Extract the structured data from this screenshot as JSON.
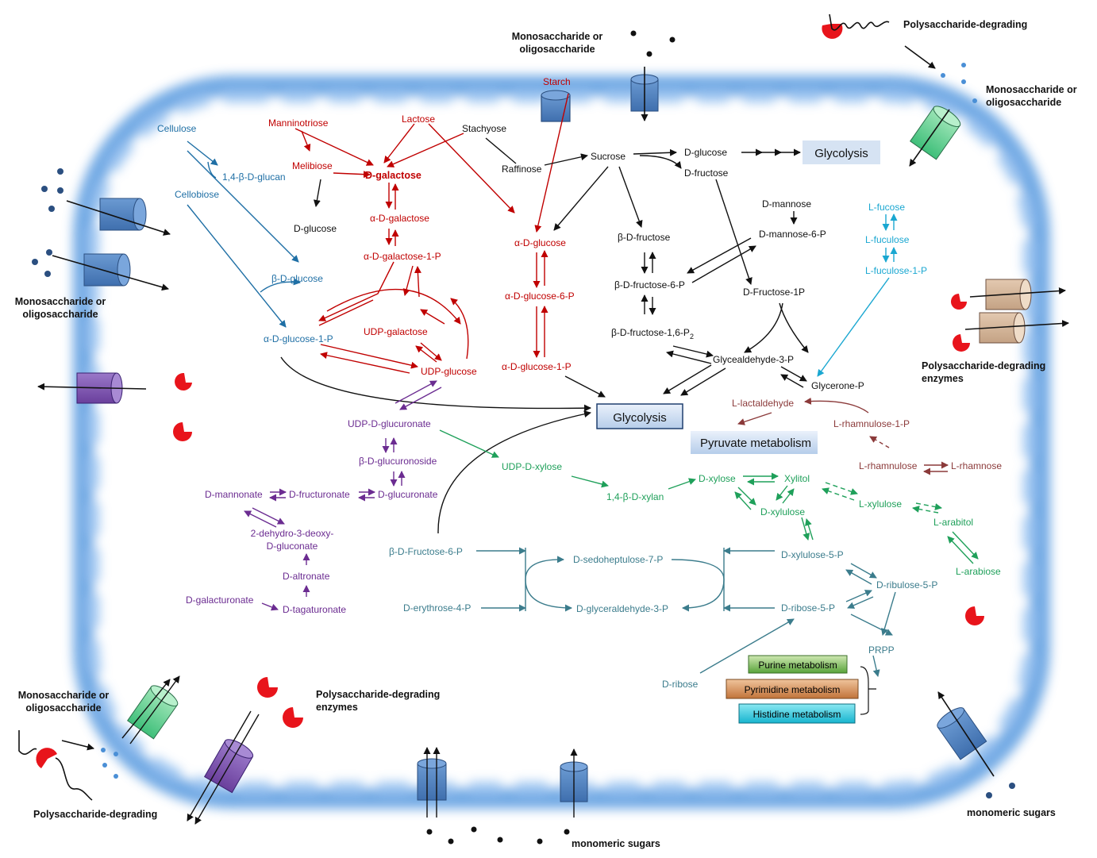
{
  "colors": {
    "red": "#c00000",
    "blue": "#1f6fa5",
    "black": "#111111",
    "purple": "#6b2c91",
    "green": "#1fa05a",
    "teal": "#3b7c8c",
    "cyan": "#1aa7d1",
    "brown": "#8b3a3a",
    "membrane": "#4a8fd6",
    "enzyme": "#e8141b"
  },
  "external": {
    "mono_top": "Monosaccharide or\noligosaccharide",
    "mono_topright": "Monosaccharide or\noligosaccharide",
    "mono_left": "Monosaccharide or\noligosaccharide",
    "mono_bottomleft": "Monosaccharide or\noligosaccharide",
    "psd_topright": "Polysaccharide-degrading",
    "psd_right": "Polysaccharide-degrading\nenzymes",
    "psd_bottommid": "Polysaccharide-degrading\nenzymes",
    "psd_bottomleft": "Polysaccharide-degrading",
    "mono_sugars_bottom": "monomeric sugars",
    "mono_sugars_right": "monomeric sugars"
  },
  "metabolites": {
    "cellulose": "Cellulose",
    "glucan": "1,4-β-D-glucan",
    "cellobiose": "Cellobiose",
    "bdglucose": "β-D-glucose",
    "adg1p_blue": "α-D-glucose-1-P",
    "manninotriose": "Manninotriose",
    "melibiose": "Melibiose",
    "dglucose_left": "D-glucose",
    "lactose": "Lactose",
    "dgalactose": "D-galactose",
    "adgalactose": "α-D-galactose",
    "adgal1p": "α-D-galactose-1-P",
    "udpgal": "UDP-galactose",
    "udpglc": "UDP-glucose",
    "stachyose": "Stachyose",
    "raffinose": "Raffinose",
    "starch": "Starch",
    "adglucose": "α-D-glucose",
    "adg6p": "α-D-glucose-6-P",
    "adg1p_red": "α-D-glucose-1-P",
    "sucrose": "Sucrose",
    "dglucose_top": "D-glucose",
    "dfructose": "D-fructose",
    "glycolysis_top": "Glycolysis",
    "bdfructose": "β-D-fructose",
    "bdf6p": "β-D-fructose-6-P",
    "bdf16p": "β-D-fructose-1,6-P",
    "bdf16p_sub": "2",
    "dmannose": "D-mannose",
    "dmannose6p": "D-mannose-6-P",
    "dfructose1p": "D-Fructose-1P",
    "gap": "Glycealdehyde-3-P",
    "glyceroneP": "Glycerone-P",
    "lfucose": "L-fucose",
    "lfuculose": "L-fuculose",
    "lfuculose1p": "L-fuculose-1-P",
    "glycolysis_main": "Glycolysis",
    "llactaldehyde": "L-lactaldehyde",
    "lrhamnulose1p": "L-rhamnulose-1-P",
    "pyruvate": "Pyruvate metabolism",
    "lrhamnulose": "L-rhamnulose",
    "lrhamnose": "L-rhamnose",
    "udpglucuronate": "UDP-D-glucuronate",
    "bglucuronoside": "β-D-glucuronoside",
    "dmannonate": "D-mannonate",
    "dfructuronate": "D-fructuronate",
    "dglucuronate": "D-glucuronate",
    "dehydro1": "2-dehydro-3-deoxy-",
    "dehydro2": "D-gluconate",
    "daltronate": "D-altronate",
    "dgalacturonate": "D-galacturonate",
    "dtagaturonate": "D-tagaturonate",
    "udpxylose": "UDP-D-xylose",
    "xylan": "1,4-β-D-xylan",
    "dxylose": "D-xylose",
    "xylitol": "Xylitol",
    "dxylulose": "D-xylulose",
    "lxylulose": "L-xylulose",
    "larabitol": "L-arabitol",
    "larabiose": "L-arabiose",
    "bdf6p_ppp": "β-D-Fructose-6-P",
    "derythrose4p": "D-erythrose-4-P",
    "dsedo7p": "D-sedoheptulose-7-P",
    "dgap": "D-glyceraldehyde-3-P",
    "dxylulose5p": "D-xylulose-5-P",
    "dribulose5p": "D-ribulose-5-P",
    "dribose5p": "D-ribose-5-P",
    "prpp": "PRPP",
    "dribose": "D-ribose",
    "purine": "Purine metabolism",
    "pyrimidine": "Pyrimidine metabolism",
    "histidine": "Histidine metabolism"
  }
}
